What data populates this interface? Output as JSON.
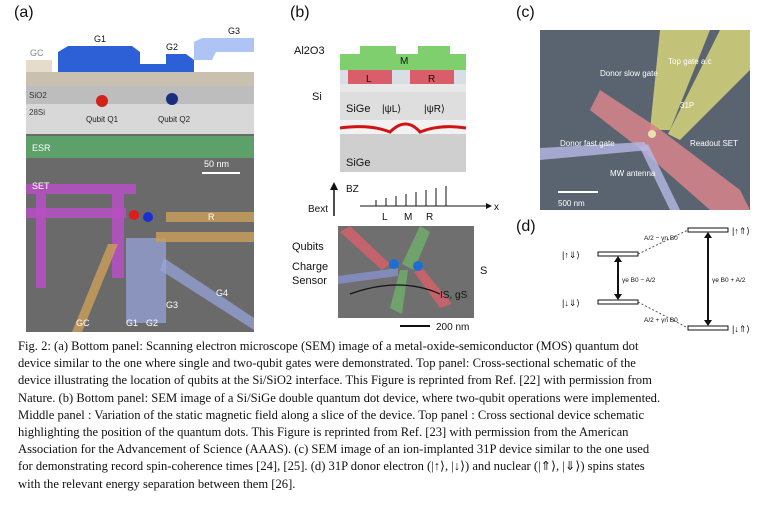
{
  "panels": {
    "a": {
      "label": "(a)",
      "gates": [
        "G1",
        "G2",
        "G3",
        "GC"
      ],
      "layers": [
        "SiO2",
        "28Si"
      ],
      "qubits": [
        "Qubit Q1",
        "Qubit Q2"
      ],
      "sem_labels": [
        "ESR",
        "SET",
        "R",
        "G4",
        "GC",
        "G1",
        "G2",
        "G3"
      ],
      "scale": "50 nm"
    },
    "b": {
      "label": "(b)",
      "layers": [
        "Al2O3",
        "Si",
        "SiGe",
        "SiGe"
      ],
      "gates": [
        "M",
        "L",
        "R"
      ],
      "wavefunctions": [
        "|ψL⟩",
        "|ψR⟩"
      ],
      "field_labels": [
        "Bext",
        "BZ",
        "x",
        "L",
        "M",
        "R"
      ],
      "sem_labels": [
        "Qubits",
        "Charge",
        "Sensor",
        "S",
        "IS, gS"
      ],
      "scale": "200 nm"
    },
    "c": {
      "label": "(c)",
      "annotations": [
        "Top gate a.c",
        "Donor slow gate",
        "31P",
        "Donor fast gate",
        "Readout SET",
        "MW antenna"
      ],
      "scale": "500 nm"
    },
    "d": {
      "label": "(d)",
      "states": [
        "|↑⇓⟩",
        "|↑⇑⟩",
        "|↓⇓⟩",
        "|↓⇑⟩"
      ],
      "transitions": [
        "A/2 − γn B0",
        "γe B0 − A/2",
        "A/2 + γn B0",
        "γe B0 + A/2"
      ]
    }
  },
  "caption": [
    "Fig. 2: (a) Bottom panel: Scanning electron microscope (SEM) image of a metal-oxide-semiconductor (MOS) quantum dot",
    "device similar to the one where single and two-qubit gates were demonstrated. Top panel: Cross-sectional schematic of the",
    "device illustrating the location of qubits at the Si/SiO2 interface. This Figure is reprinted from Ref. [22] with permission from",
    "Nature. (b) Bottom panel: SEM image of a Si/SiGe double quantum dot device, where two-qubit operations were implemented.",
    "Middle panel : Variation of the static magnetic field along a slice of the device. Top panel : Cross sectional device schematic",
    "highlighting the position of the quantum dots. This Figure is reprinted from Ref. [23] with permission from the American",
    "Association for the Advancement of Science (AAAS). (c) SEM image of an ion-implanted 31P device similar to the one used",
    "for demonstrating record spin-coherence times [24], [25]. (d) 31P donor electron (|↑⟩, |↓⟩) and nuclear (|⇑⟩, |⇓⟩) spins states",
    "with the relevant energy separation between them [26]."
  ]
}
